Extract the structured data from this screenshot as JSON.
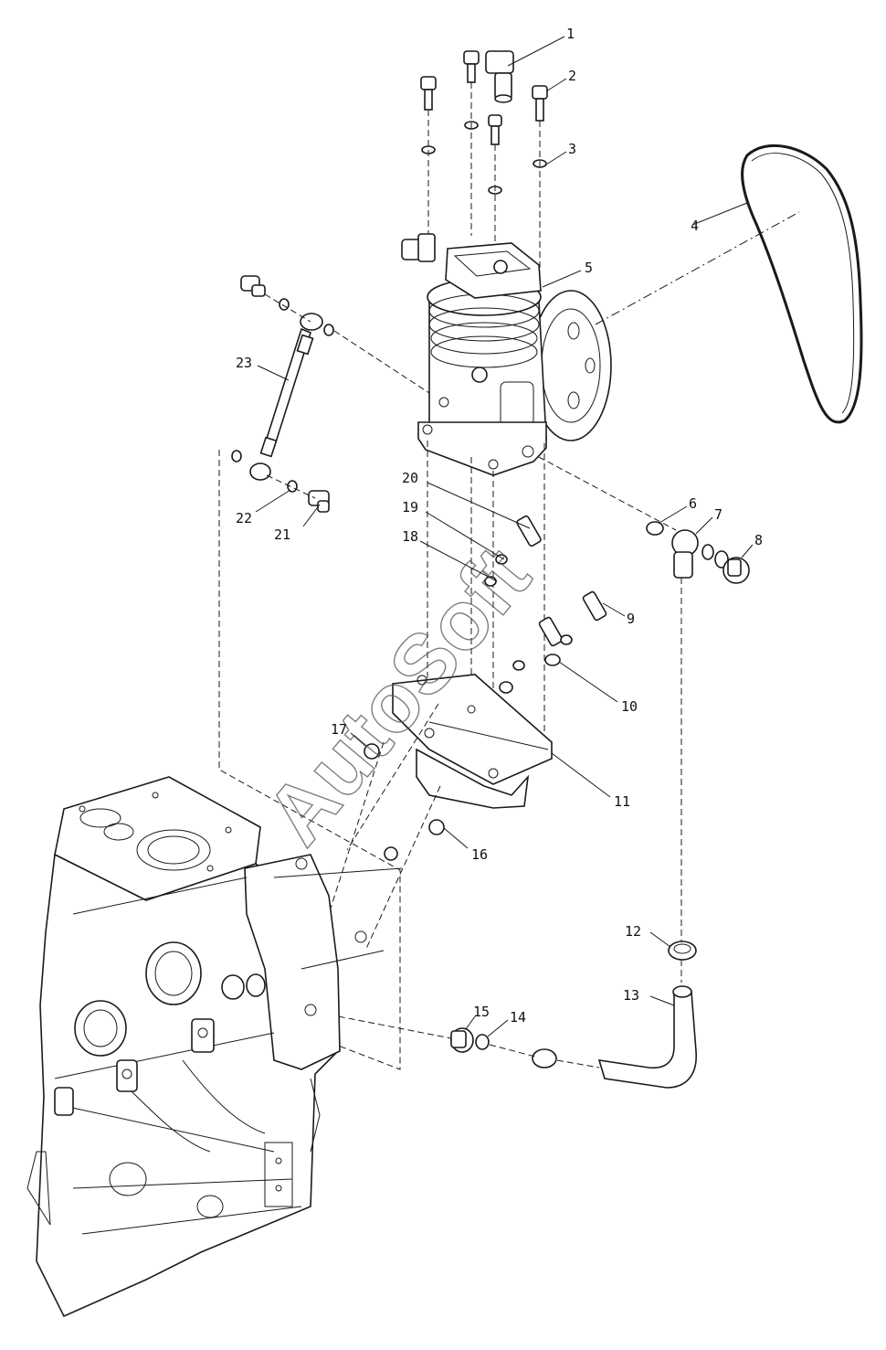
{
  "watermark": "AutoSoft",
  "callouts": {
    "c1": "1",
    "c2": "2",
    "c3": "3",
    "c4": "4",
    "c5": "5",
    "c6": "6",
    "c7": "7",
    "c8": "8",
    "c9": "9",
    "c10": "10",
    "c11": "11",
    "c12": "12",
    "c13": "13",
    "c14": "14",
    "c15": "15",
    "c16": "16",
    "c17": "17",
    "c18": "18",
    "c19": "19",
    "c20": "20",
    "c21": "21",
    "c22": "22",
    "c23": "23"
  }
}
